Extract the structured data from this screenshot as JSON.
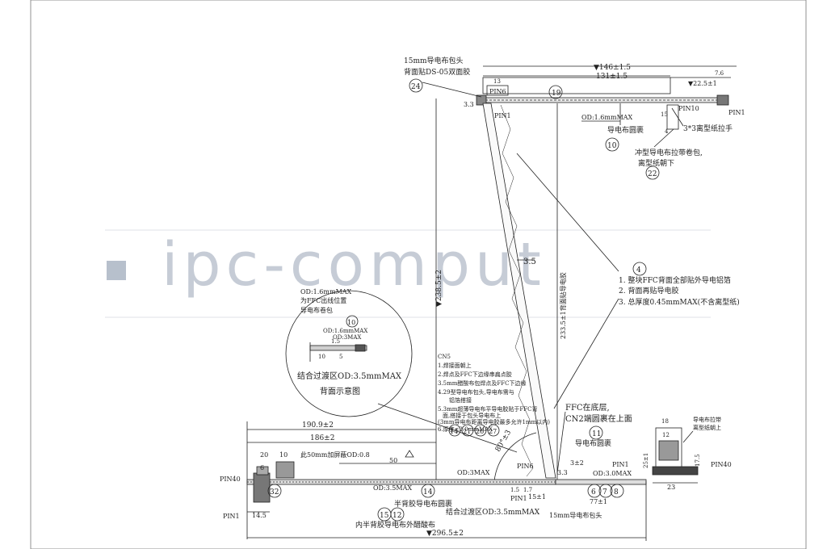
{
  "watermark": {
    "square_color": "#b7c0cc",
    "text": "ipc-comput"
  },
  "top_left_label": {
    "line1": "15mm导电布包头",
    "line2": "背面贴DS-05双面胶",
    "num": "24"
  },
  "dims": {
    "top_146": "▼146±1.5",
    "top_131": "131±1.5",
    "top_22_5": "▼22.5±1",
    "top_7_6": "7.6",
    "top_13": "13",
    "left_3_3": "3.3",
    "bottom_296": "▼296.5±2",
    "vertical_238": "▼238.5±2",
    "slant_233": "233.5±1背面贴导电胶",
    "slant_3_5": "3.5",
    "dim_190": "190.9±2",
    "dim_186": "186±2",
    "dim_20": "20",
    "dim_10": "10",
    "dim_6": "6",
    "dim_14_5": "14.5",
    "dim_50": "50",
    "dim_80deg": "80°±3",
    "dim_3_3b": "3.3",
    "dim_3_2": "3±2",
    "dim_15_1": "15±1",
    "dim_77_1": "77±1",
    "dim_1_5": "1.5",
    "dim_1_7": "1.7",
    "dim_18": "18",
    "dim_12": "12",
    "dim_25": "25±1",
    "dim_17_5": "17.5",
    "dim_23": "23"
  },
  "labels": {
    "pin6_top": "PIN6",
    "pin1_top": "PIN1",
    "pin10": "PIN10",
    "pin1_right": "PIN1",
    "od_1_6": "OD:1.6mmMAX",
    "tape_wrap": "导电布圆裹",
    "tape_wrap_num": "10",
    "pull_tab": "3*3离型纸拉手",
    "punch_line1": "冲型导电布拉带卷包,",
    "punch_line2": "离型纸朝下",
    "punch_num": "22",
    "circle_19": "19",
    "note_num": "4",
    "note1": "1. 整块FFC背面全部贴外导电铝箔",
    "note2": "2. 背面再贴导电胶",
    "note3": "3. 总厚度0.45mmMAX(不含离型纸)",
    "detail_od": "OD:1.6mmMAX",
    "detail_ffc": "为FFC出线位置",
    "detail_wrap": "导电布卷包",
    "detail_num": "10",
    "detail_od2": "OD:1.6mmMAX",
    "detail_od3": "OD:3MAX",
    "detail_dim_1_5": "1.5",
    "detail_dim_10": "10",
    "detail_dim_5": "5",
    "detail_transition": "结合过渡区OD:3.5mmMAX",
    "detail_back": "背面示意图",
    "cn_title": "CN5",
    "cn_note1": "1.焊接面朝上",
    "cn_note2": "2.焊点及FFC下边缘串扁点胶",
    "cn_note3": "3.5mm醋酸布包焊点及FFC下边缘",
    "cn_note4": "4.29型导电布包头,导电布需与",
    "cn_note4b": "铝箔搭接",
    "cn_note5": "5.3mm超薄导电布平导电胶贴于FFC背",
    "cn_note5b": "面,搭接于包头导电布上",
    "cn_note5c": "(3mm导电布距离导电胶最多允许1mm以内)",
    "cn_note6": "6.厚度≤2.0mmMAX",
    "cn_circles": [
      "14",
      "21",
      "26",
      "27"
    ],
    "ffc_layer1": "FFC在底层,",
    "ffc_layer2": "CN2端圆裹在上面",
    "num_11": "11",
    "wrap_11": "导电布圆裹",
    "od_3mm": "OD:3.0MAX",
    "pin1_mid": "PIN1",
    "pin6_mid": "PIN6",
    "pin1_bottom": "PIN1",
    "pin40_left": "PIN40",
    "pin1_left": "PIN1",
    "pin40_right": "PIN40",
    "shield_note": "此50mm加屏蔽OD:0.8",
    "od_3max_mid": "OD:3MAX",
    "od_3_5": "OD:3.5MAX",
    "flat_tape": "半背胶导电布圆裹",
    "flat_num": "14",
    "inner_tape": "内半背胶导电布外醋酸布",
    "inner_nums": [
      "15",
      "12"
    ],
    "transition": "结合过渡区OD:3.5mmMAX",
    "head_15": "15mm导电布包头",
    "num_32": "32",
    "right_nums": [
      "6",
      "7",
      "8"
    ],
    "right_conn_note1": "导电布拉带",
    "right_conn_note2": "离型纸朝上"
  }
}
